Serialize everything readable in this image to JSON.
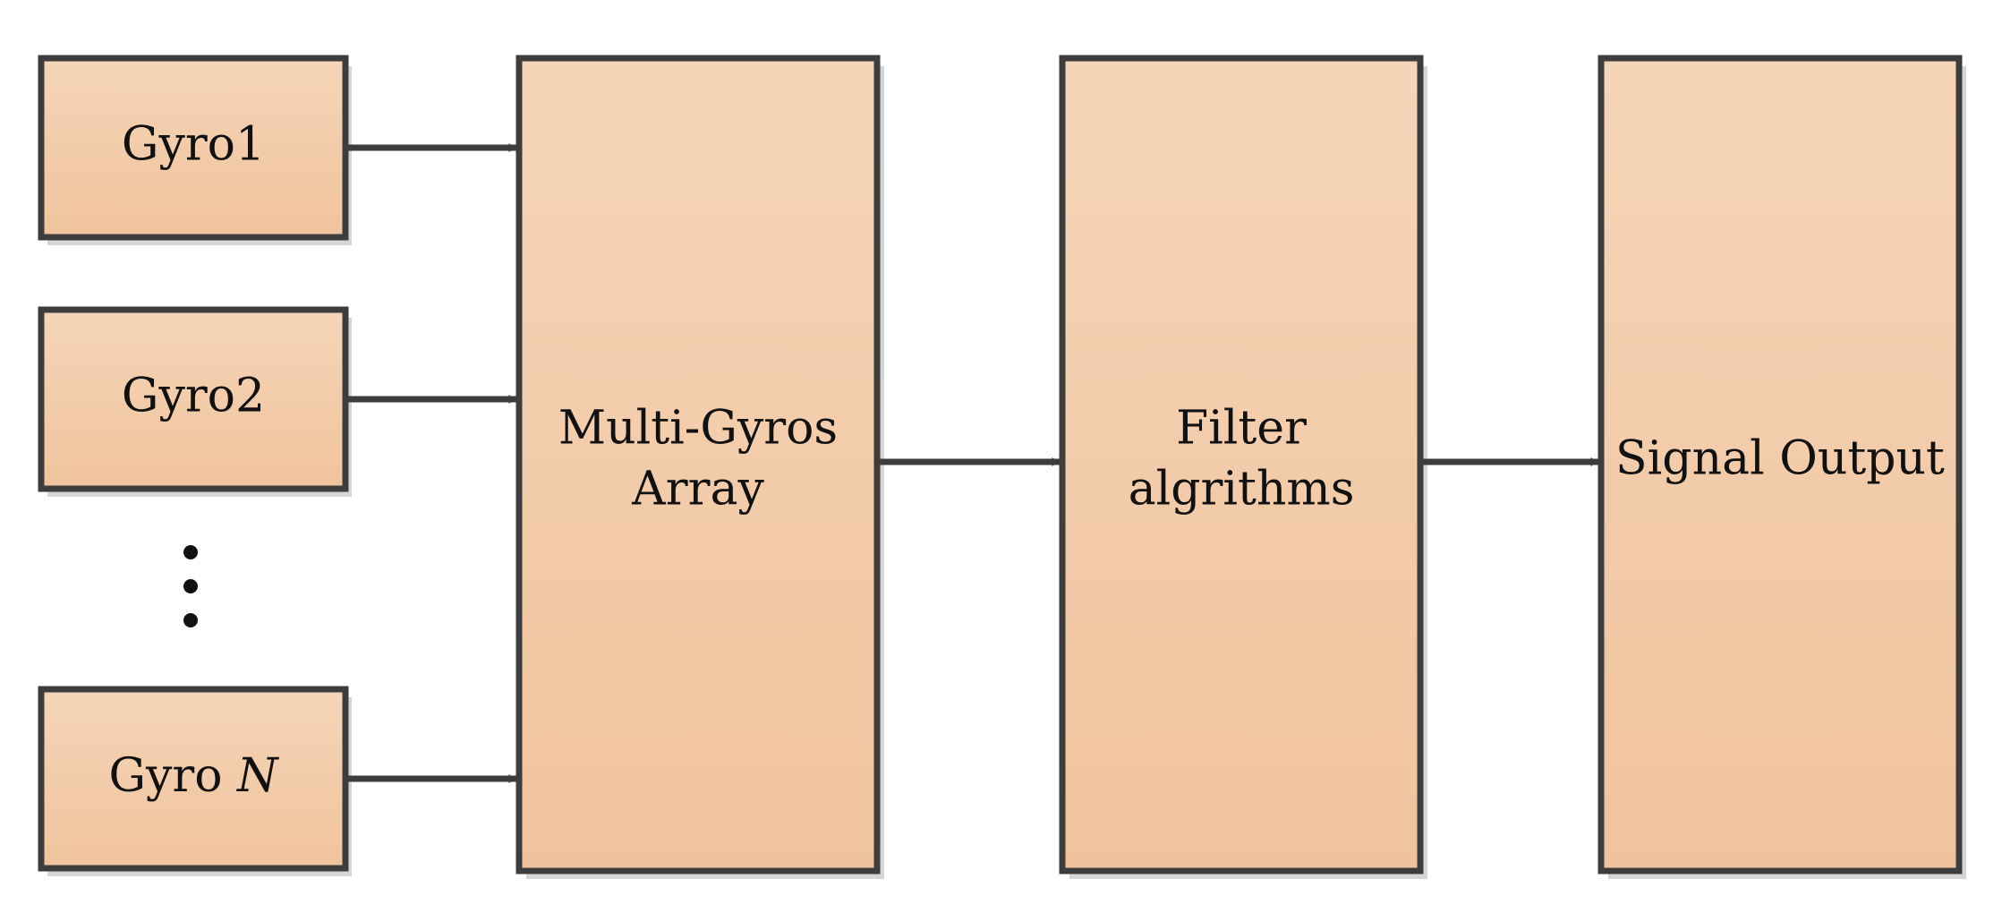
{
  "colors": {
    "box_fill_top": "#f5d5b8",
    "box_fill_bottom": "#f0c39d",
    "box_stroke": "#3d3d3d",
    "arrow": "#3d3d3d",
    "shadow": "#cfcfcf"
  },
  "gyros": {
    "gyro1": "Gyro1",
    "gyro2": "Gyro2",
    "gyroN_prefix": "Gyro ",
    "gyroN_var": "N",
    "ellipsis": "vertical-ellipsis"
  },
  "array": {
    "line1": "Multi-Gyros",
    "line2": "Array"
  },
  "filter": {
    "line1": "Filter",
    "line2": "algrithms"
  },
  "output": {
    "label": "Signal Output"
  }
}
